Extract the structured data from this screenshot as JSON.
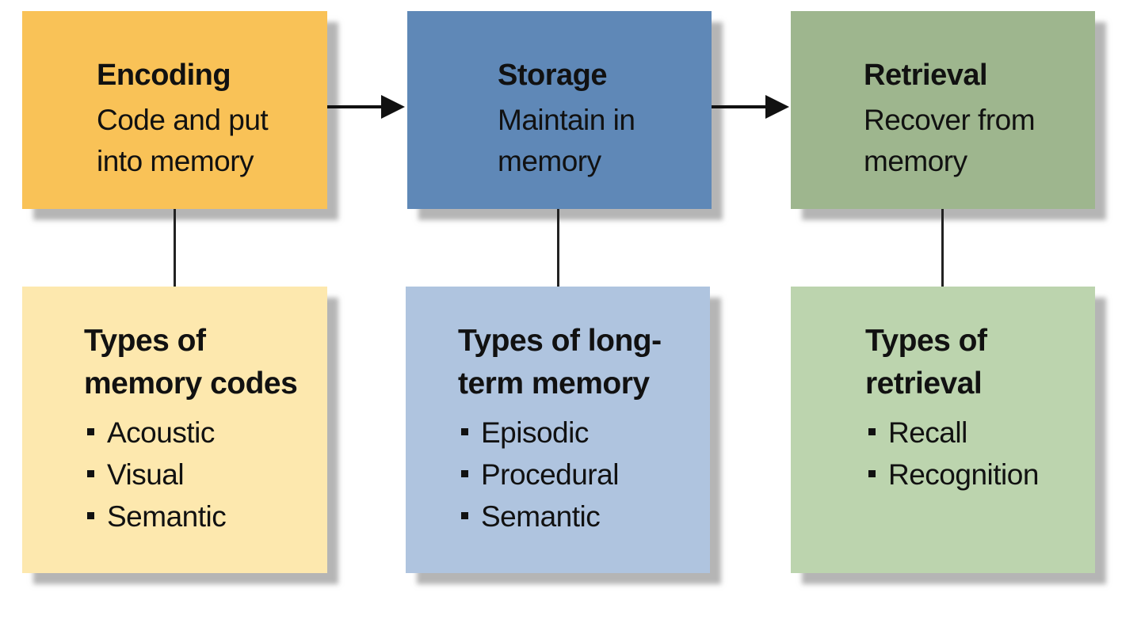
{
  "colors": {
    "encoding_dark": "#F9C257",
    "encoding_light": "#FDE8AE",
    "storage_dark": "#5F88B7",
    "storage_light": "#AFC4DF",
    "retrieval_dark": "#9EB68E",
    "retrieval_light": "#BCD4AE",
    "arrow": "#111111"
  },
  "stages": [
    {
      "title": "Encoding",
      "description": "Code and put into memory",
      "types_title": "Types of memory codes",
      "types": [
        "Acoustic",
        "Visual",
        "Semantic"
      ]
    },
    {
      "title": "Storage",
      "description": "Maintain in memory",
      "types_title": "Types of long-term memory",
      "types": [
        "Episodic",
        "Procedural",
        "Semantic"
      ]
    },
    {
      "title": "Retrieval",
      "description": "Recover from memory",
      "types_title": "Types of retrieval",
      "types": [
        "Recall",
        "Recognition"
      ]
    }
  ]
}
